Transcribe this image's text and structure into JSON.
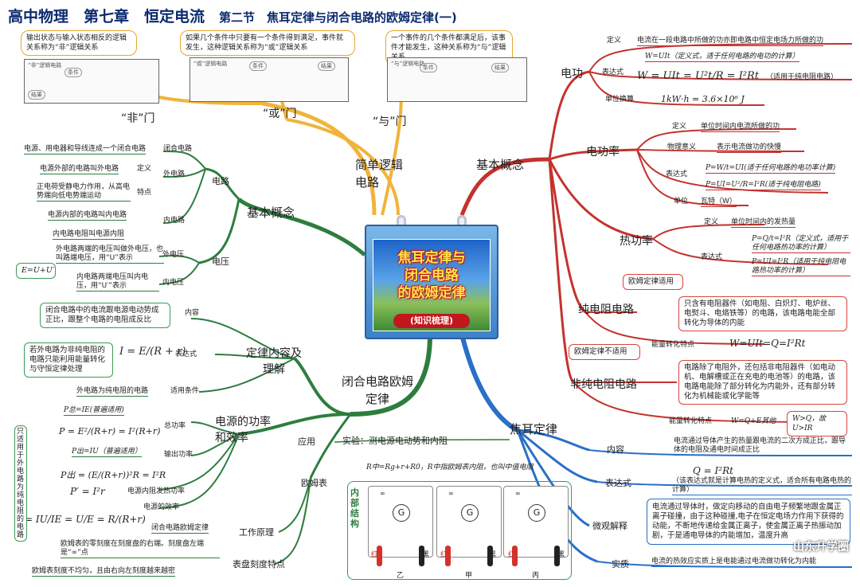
{
  "header": {
    "title": "高中物理　第七章　恒定电流",
    "section": "第二节　焦耳定律与闭合电路的欧姆定律(一)"
  },
  "center": {
    "line1": "焦耳定律与",
    "line2": "闭合电路",
    "line3": "的欧姆定律",
    "tag": "(知识梳理)"
  },
  "logic": {
    "branch": "简单逻辑电路",
    "not_gate": "“非”门",
    "or_gate": "“或”门",
    "and_gate": "“与”门",
    "not_desc": "输出状态与输入状态相反的逻辑关系称为“非”逻辑关系",
    "or_desc": "如果几个条件中只要有一个条件得到满足，事件就发生，这种逻辑关系称为“或”逻辑关系",
    "and_desc": "一个事件的几个条件都满足后，该事件才能发生，这种关系称为“与”逻辑关系",
    "not_circuit": "“非”逻辑电路",
    "or_circuit": "“或”逻辑电路",
    "and_circuit": "“与”逻辑电路",
    "cond": "条件",
    "result": "结果"
  },
  "basic_left": {
    "branch": "基本概念",
    "circuit": "电路",
    "closed": "闭合电路",
    "closed_desc": "电源、用电器和导线连成一个闭合电路",
    "outer": "外电路",
    "def": "定义",
    "outer_def": "电源外部的电路叫外电路",
    "feature": "特点",
    "outer_feature": "正电荷受静电力作用，从高电势端向低电势端运动",
    "inner": "内电路",
    "inner_def": "电源内部的电路叫内电路",
    "inner_res": "内电路电阻叫电源内阻",
    "voltage": "电压",
    "ext_v": "外电压",
    "ext_v_desc": "外电路两端的电压叫做外电压，也叫路端电压，用“U”表示",
    "int_v": "内电压",
    "int_v_desc": "内电路两端电压叫内电压，用“U′”表示",
    "emf": "E=U+U′"
  },
  "law": {
    "branch": "闭合电路欧姆定律",
    "content_branch": "定律内容及理解",
    "content": "内容",
    "content_desc": "闭合电路中的电流跟电源电动势成正比，跟整个电路的电阻成反比",
    "expr": "表达式",
    "expr_formula": "I = E/(R + r)",
    "expr_note": "若外电路为非纯电阻的电路只能利用能量转化与守恒定律处理",
    "apply": "适用条件",
    "apply_desc": "外电路为纯电阻的电路",
    "power_branch": "电源的功率和效率",
    "total": "总功率",
    "total_f1": "P总=IE(普遍适用)",
    "total_f2": "P = E²/(R+r) = I²(R+r)",
    "out": "输出功率",
    "out_f1": "P出=IU（普遍适用）",
    "out_f2": "P出 = (E/(R+r))²R = I²R",
    "loss": "电源内阻发热功率",
    "loss_f": "P′ = I²r",
    "eff": "电源的效率",
    "eff_f": "η = IU/IE = U/E = R/(R+r)",
    "pure_note": "只适用于外电路为纯电阻的电路",
    "use": "应用",
    "exp": "实验：测电源电动势和内阻",
    "ohm": "欧姆表",
    "ohm_r": "R中=Rg+r+R0，R中指欧姆表内阻，也叫中值电阻",
    "work": "工作原理",
    "work_desc": "闭合电路欧姆定律",
    "scale": "表盘刻度特点",
    "scale1": "欧姆表的零刻度在刻度盘的右端。刻度盘左端是“∞”点",
    "scale2": "欧姆表刻度不均匀，且由右向左刻度越来越密",
    "inner_struct": "内部结构",
    "red": "红",
    "black": "黑",
    "m1": "乙",
    "m2": "甲",
    "m3": "丙",
    "inf": "∞"
  },
  "basic_right": {
    "branch": "基本概念",
    "work": "电功",
    "def": "定义",
    "work_def": "电流在一段电路中所做的功亦即电路中恒定电场力所做的功",
    "work_f1": "W=UIt（定义式，适于任何电路的电功的计算）",
    "expr": "表达式",
    "work_f2": "W = UIt = U²t/R = I²Rt",
    "work_f2_note": "（适用于纯电阻电路）",
    "unit_conv": "单位换算",
    "unit_val": "1kW·h = 3.6×10⁶ J",
    "power": "电功率",
    "power_def": "单位时间内电流所做的功",
    "phys": "物理意义",
    "phys_desc": "表示电流做功的快慢",
    "power_f1": "P=W/t=UI(适于任何电路的电功率计算)",
    "power_f2": "P=UI=U²/R=I²R(适于纯电阻电路)",
    "unit": "单位",
    "unit_w": "瓦特（W）",
    "heat": "热功率",
    "heat_def": "单位时间内的发热量",
    "heat_f1": "P=Q/t=I²R（定义式，适用于任何电路热功率的计算）",
    "heat_f2": "P=UI=I²R（适用于纯电阻电路热功率的计算）",
    "pure": "纯电阻电路",
    "pure_tag": "欧姆定律适用",
    "pure_desc": "只含有电阻器件（如电阻、白炽灯、电炉丝、电熨斗、电烙铁等）的电路，该电路电能全部转化为导体的内能",
    "energy": "能量转化特点",
    "pure_f": "W=UIt=Q=I²Rt",
    "nonpure": "非纯电阻电路",
    "nonpure_tag": "欧姆定律不适用",
    "nonpure_desc": "电路除了电阻外，还包括非电阻器件（如电动机、电解槽或正在充电的电池等）的电路，该电路电能除了部分转化为内能外，还有部分转化为机械能或化学能等",
    "nonpure_f": "W=Q+E其他",
    "nonpure_f2": "W>Q，故U>IR"
  },
  "joule": {
    "branch": "焦耳定律",
    "content": "内容",
    "content_desc": "电流通过导体产生的热量跟电流的二次方成正比，跟导体的电阻及通电时间成正比",
    "expr": "表达式",
    "expr_f": "Q = I²Rt",
    "expr_note": "（该表达式就是计算电热的定义式，适合所有电路电热的计算）",
    "micro": "微观解释",
    "micro_desc": "电流通过导体时，做定向移动的自由电子频繁地跟金属正离子碰撞，由于这种碰撞,电子在恒定电场力作用下获得的动能，不断地传递给金属正离子，使金属正离子热振动加剧，于是通电导体的内能增加，温度升高",
    "essence": "实质",
    "essence_desc": "电流的热效应实质上是电能通过电流做功转化为内能"
  },
  "watermark": "山东升学圈",
  "colors": {
    "logic": "#f0b43a",
    "basic_left": "#2e7d3e",
    "law": "#2e7d3e",
    "basic_right": "#c4322d",
    "joule": "#2a6fc8"
  }
}
